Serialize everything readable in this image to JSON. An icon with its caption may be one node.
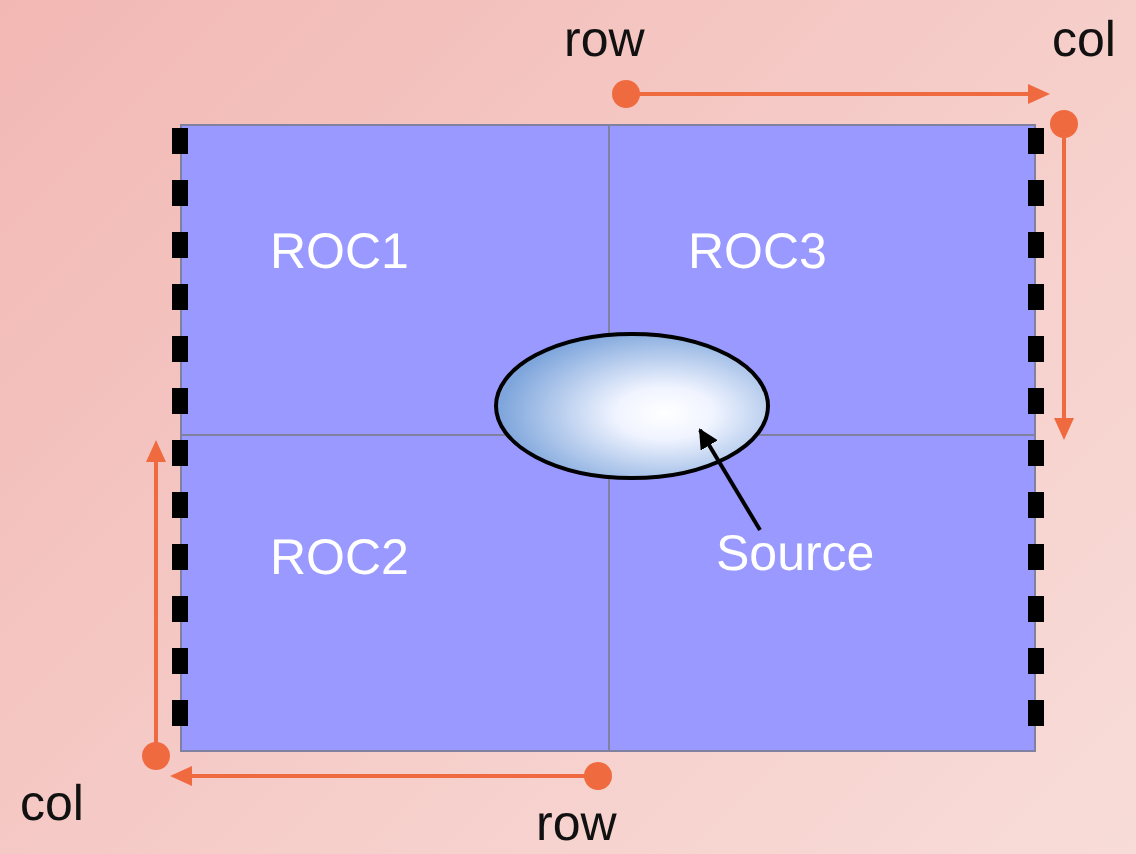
{
  "diagram": {
    "nodes": [
      {
        "text": [
          "ROC1"
        ]
      },
      {
        "text": [
          "ROC3"
        ]
      },
      {
        "text": [
          "ROC2"
        ]
      },
      {
        "text": [],
        "shape": "box"
      },
      {
        "text": [
          "Source"
        ],
        "in": 3
      },
      {
        "text": [],
        "shape": "ellipse"
      }
    ],
    "edges": [
      {
        "from": 4,
        "to": 5,
        "arrow": "to"
      }
    ],
    "labels": [
      "row",
      "col",
      "col",
      "row"
    ]
  }
}
